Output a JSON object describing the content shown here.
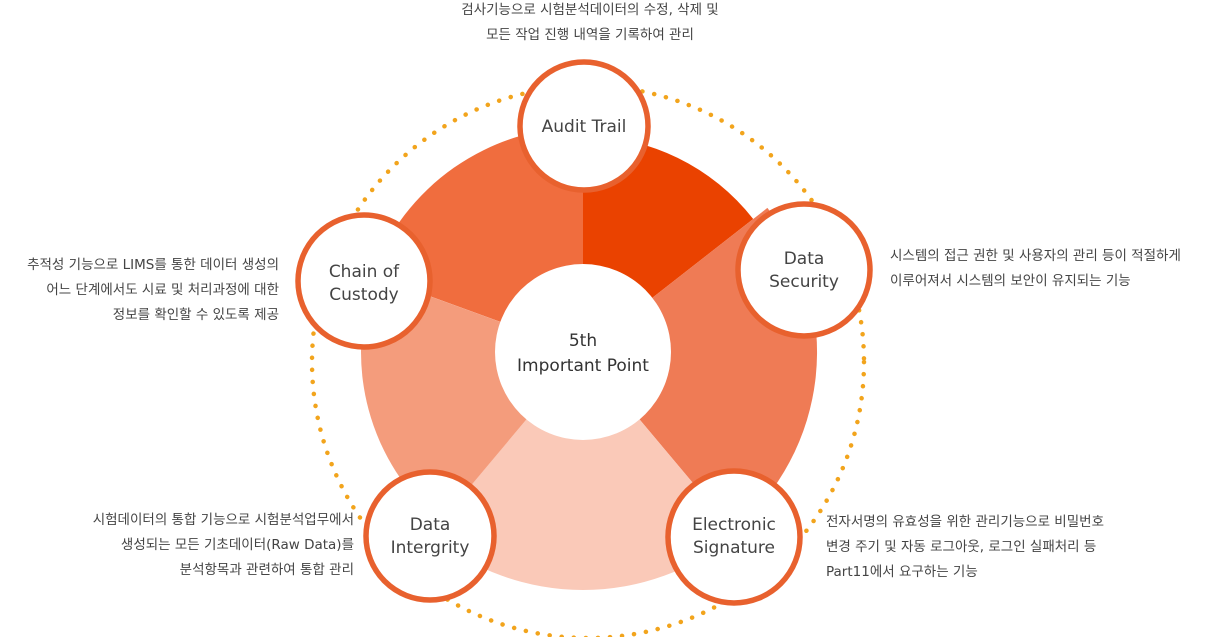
{
  "colors": {
    "audit_segment": "#ea4200",
    "security_segment": "#ef7b55",
    "signature_segment": "#fac9b8",
    "integrity_segment": "#f49c7c",
    "custody_segment": "#f06d3e",
    "node_stroke": "#e8612e",
    "dotted_ring": "#f2a41c",
    "text": "#444444"
  },
  "center": {
    "line1": "5th",
    "line2": "Important Point"
  },
  "nodes": {
    "audit_trail": {
      "lines": [
        "Audit Trail"
      ],
      "icon": "none"
    },
    "data_security": {
      "lines": [
        "Data",
        "Security"
      ]
    },
    "electronic_signature": {
      "lines": [
        "Electronic",
        "Signature"
      ]
    },
    "data_integrity": {
      "lines": [
        "Data",
        "Intergrity"
      ]
    },
    "chain_of_custody": {
      "lines": [
        "Chain of",
        "Custody"
      ]
    }
  },
  "descriptions": {
    "audit_trail": [
      "검사기능으로 시험분석데이터의 수정, 삭제 및",
      "모든 작업 진행 내역을 기록하여 관리"
    ],
    "data_security": [
      "시스템의 접근 권한 및 사용자의 관리 등이 적절하게",
      "이루어져서 시스템의 보안이 유지되는 기능"
    ],
    "electronic_signature": [
      "전자서명의 유효성을 위한 관리기능으로 비밀번호",
      "변경 주기 및 자동 로그아웃, 로그인 실패처리 등",
      "Part11에서 요구하는 기능"
    ],
    "data_integrity": [
      "시험데이터의 통합 기능으로 시험분석업무에서",
      "생성되는 모든 기초데이터(Raw Data)를",
      "분석항목과 관련하여 통합 관리"
    ],
    "chain_of_custody": [
      "추적성 기능으로 LIMS를 통한 데이터 생성의",
      "어느 단계에서도 시료 및 처리과정에 대한",
      "정보를 확인할 수 있도록 제공"
    ]
  }
}
